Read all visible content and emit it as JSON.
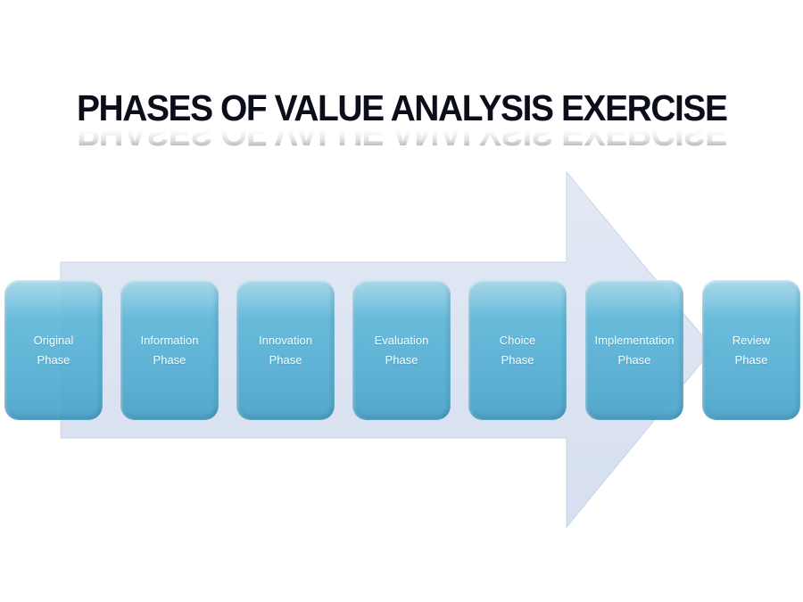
{
  "slide": {
    "title": "PHASES OF VALUE ANALYSIS EXERCISE"
  },
  "diagram": {
    "type": "process-arrow",
    "direction": "right",
    "phases": [
      {
        "line1": "Original",
        "line2": "Phase"
      },
      {
        "line1": "Information",
        "line2": "Phase"
      },
      {
        "line1": "Innovation",
        "line2": "Phase"
      },
      {
        "line1": "Evaluation",
        "line2": "Phase"
      },
      {
        "line1": "Choice",
        "line2": "Phase"
      },
      {
        "line1": "Implementation",
        "line2": "Phase"
      },
      {
        "line1": "Review",
        "line2": "Phase"
      }
    ]
  },
  "colors": {
    "background": "#ffffff",
    "title_text": "#0c0d1b",
    "arrow_fill": "#dbe3f1",
    "arrow_edge": "#c9d4e9",
    "box_fill": "#58b2d5",
    "box_text": "#ffffff"
  }
}
